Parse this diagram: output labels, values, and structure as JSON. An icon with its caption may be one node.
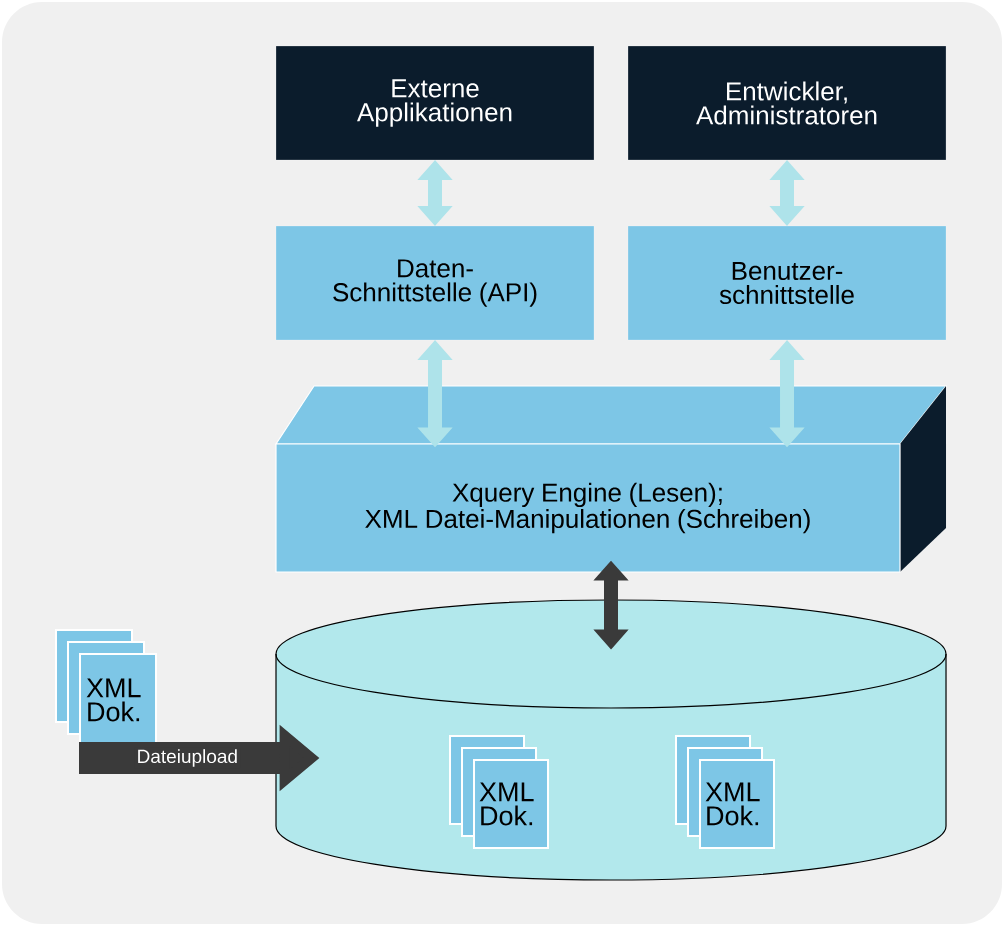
{
  "diagram": {
    "nodes": [
      {
        "text": [
          "Externe Applikationen"
        ]
      },
      {
        "text": [
          "Entwickler, Administratoren"
        ]
      },
      {
        "text": [
          "Daten-Schnittstelle (API)"
        ]
      },
      {
        "text": [
          "Benutzer-schnittstelle"
        ]
      },
      {
        "text": [
          "Xquery Engine (Lesen); XML Datei-Manipulationen (Schreiben)"
        ]
      },
      {
        "text": [
          "XML Dok."
        ]
      },
      {
        "text": [],
        "shape": "cylinder"
      },
      {
        "text": [
          "XML Dok."
        ],
        "in": 6
      },
      {
        "text": [
          "XML Dok."
        ],
        "in": 6
      }
    ],
    "edges": [
      {
        "from": 0,
        "to": 2,
        "arrow": "both"
      },
      {
        "from": 1,
        "to": 3,
        "arrow": "both"
      },
      {
        "from": 2,
        "to": 4,
        "arrow": "both"
      },
      {
        "from": 3,
        "to": 4,
        "arrow": "both"
      },
      {
        "from": 4,
        "to": 6,
        "arrow": "both",
        "color": "#3a3a3a"
      },
      {
        "from": 5,
        "to": 6,
        "arrow": "to",
        "label": "Dateiupload",
        "style": "thick",
        "color": "#3a3a3a"
      }
    ]
  }
}
